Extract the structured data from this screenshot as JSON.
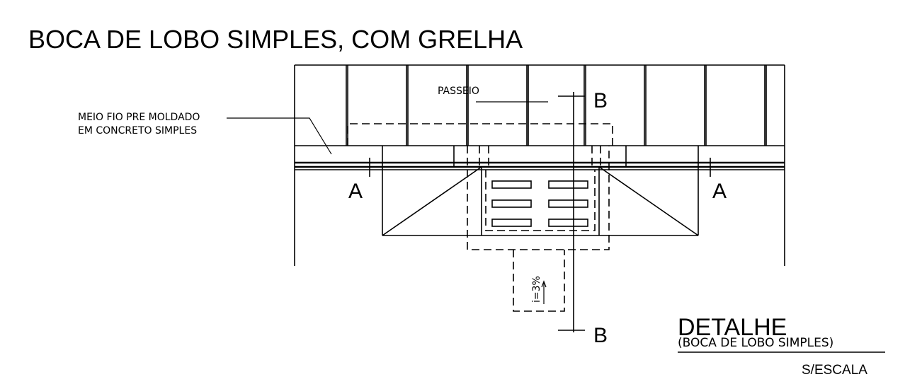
{
  "title": "BOCA DE LOBO SIMPLES, COM GRELHA",
  "labels": {
    "passeio": "PASSEIO",
    "meio_fio_line1": "MEIO FIO PRE MOLDADO",
    "meio_fio_line2": "EM CONCRETO SIMPLES",
    "section_a": "A",
    "section_b": "B",
    "slope": "i=3%"
  },
  "detail": {
    "title": "DETALHE",
    "subtitle": "(BOCA DE LOBO SIMPLES)",
    "scale": "S/ESCALA"
  }
}
